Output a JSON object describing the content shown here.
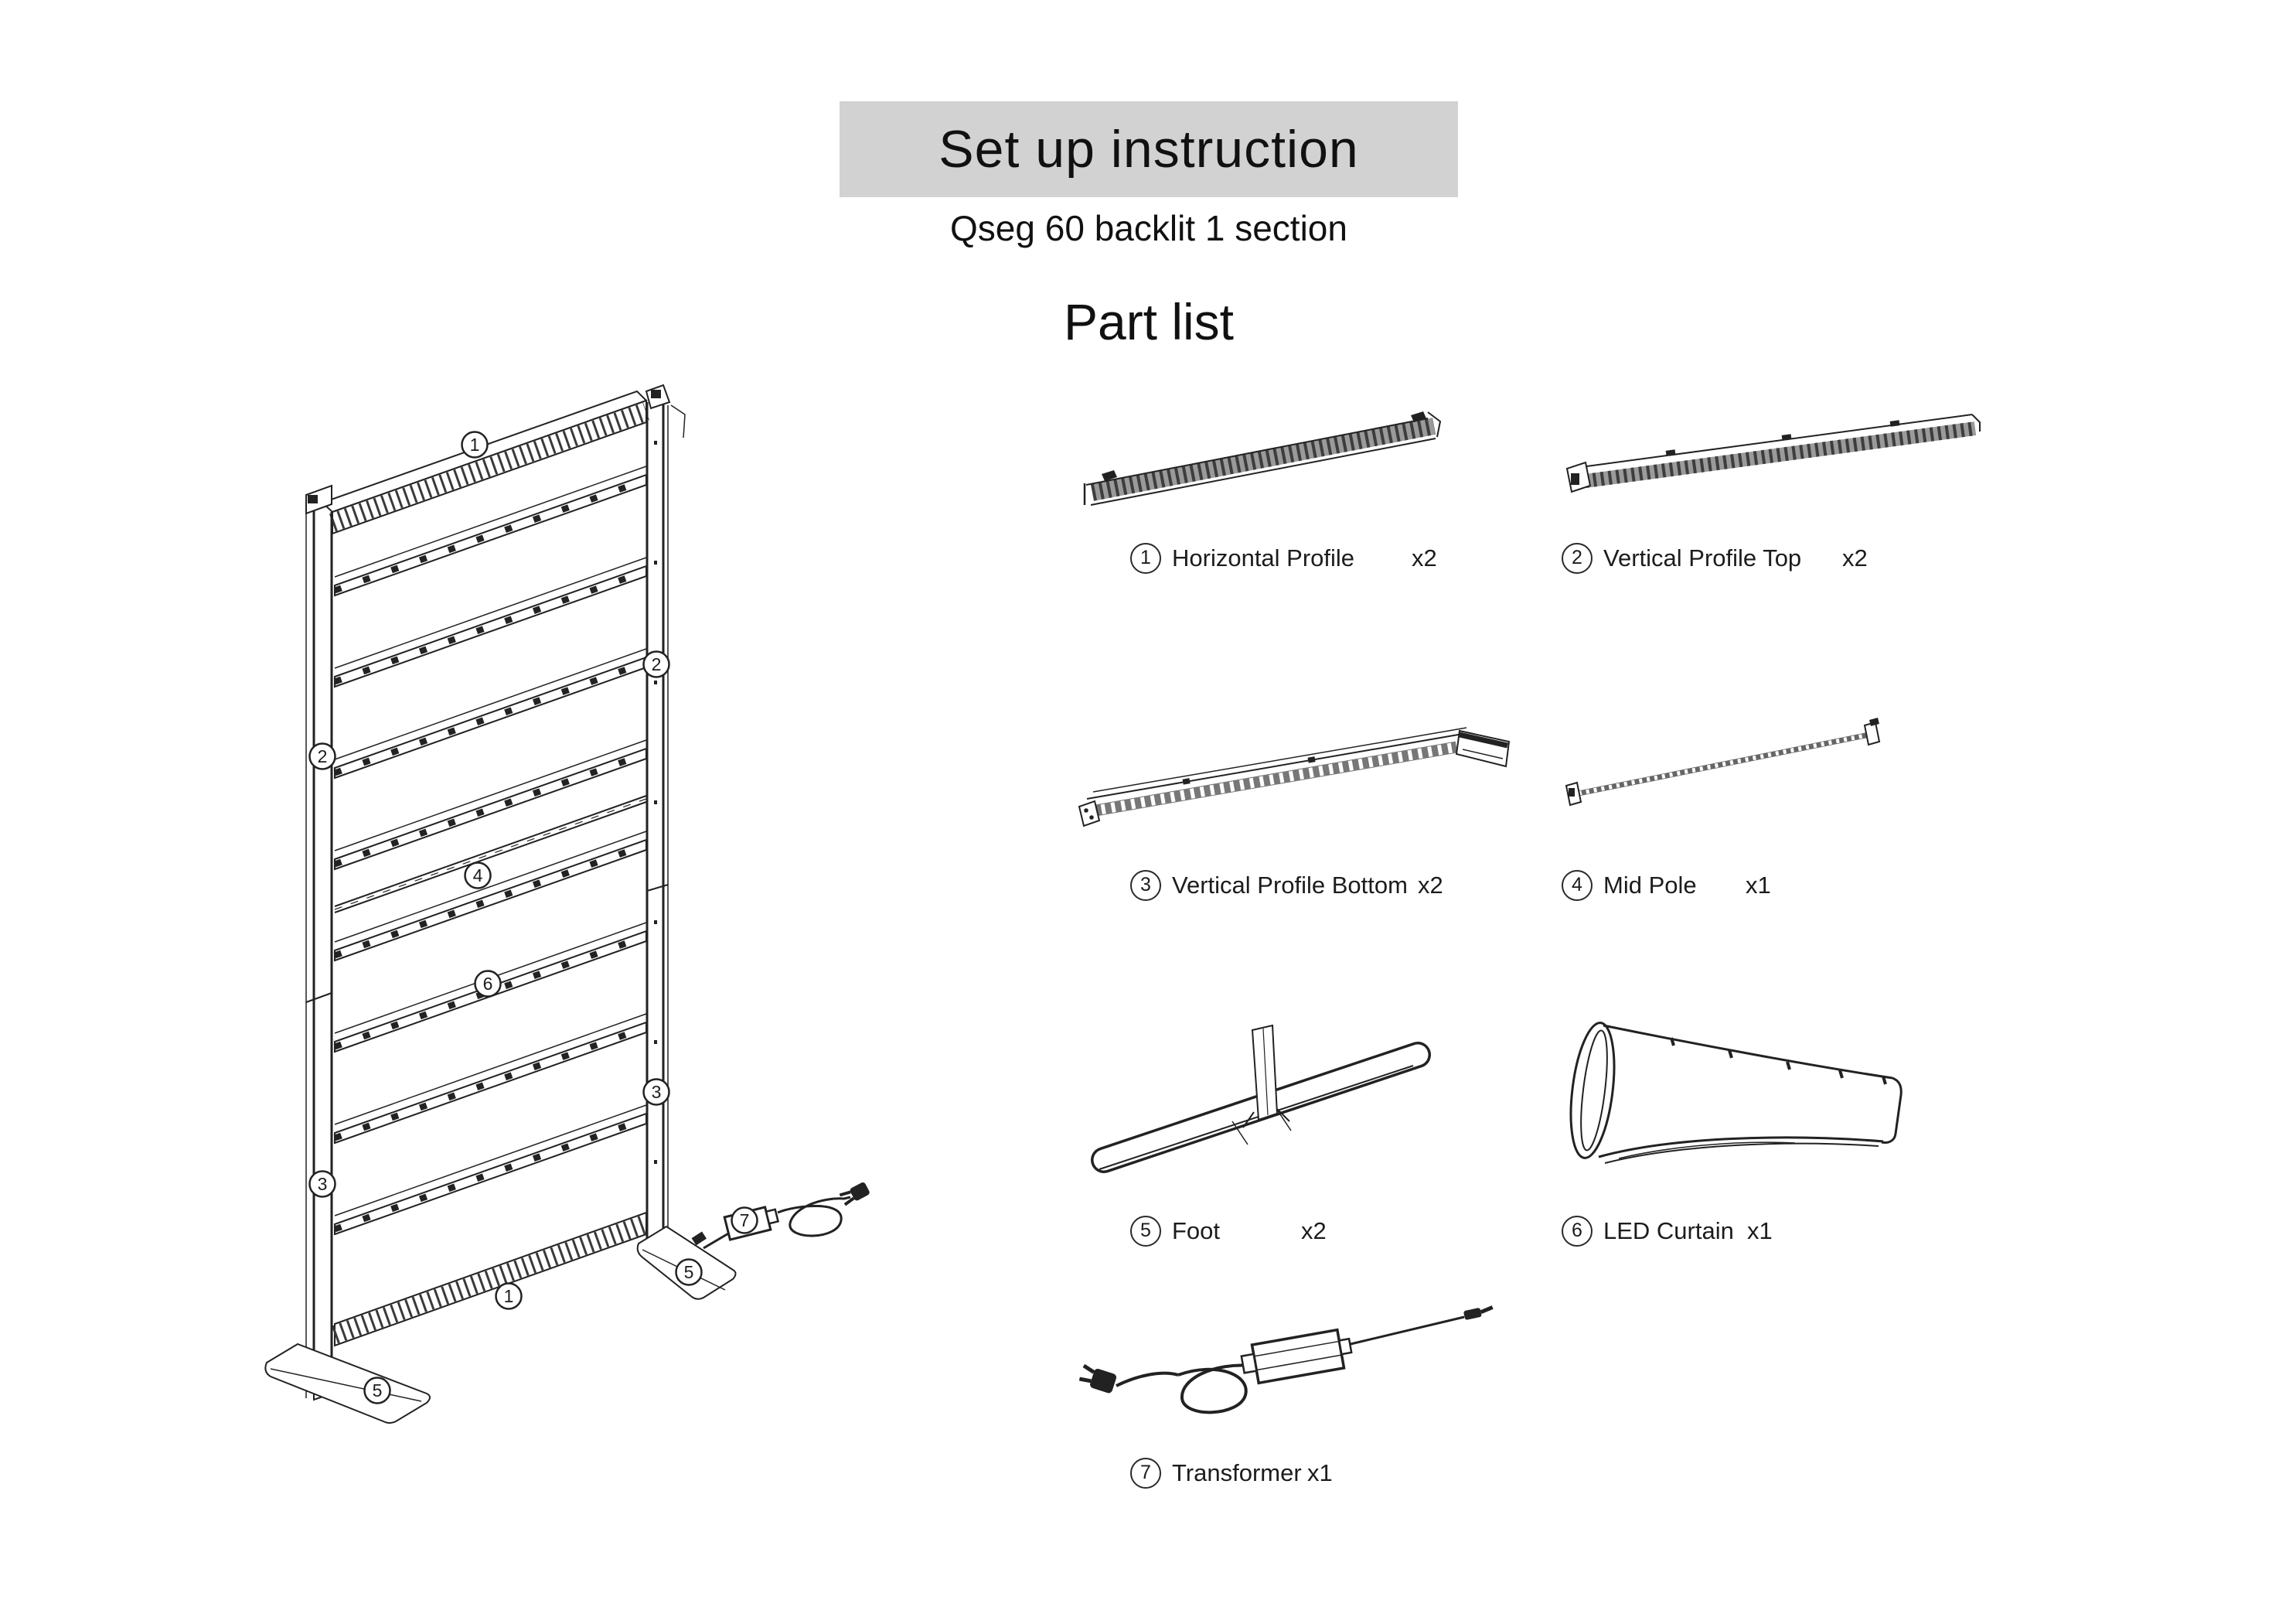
{
  "header": {
    "title": "Set up instruction",
    "subtitle": "Qseg 60 backlit 1 section",
    "section_heading": "Part list"
  },
  "parts": [
    {
      "num": "1",
      "name": "Horizontal Profile",
      "qty": "x2"
    },
    {
      "num": "2",
      "name": "Vertical Profile Top",
      "qty": "x2"
    },
    {
      "num": "3",
      "name": "Vertical Profile Bottom",
      "qty": "x2"
    },
    {
      "num": "4",
      "name": "Mid Pole",
      "qty": "x1"
    },
    {
      "num": "5",
      "name": "Foot",
      "qty": "x2"
    },
    {
      "num": "6",
      "name": "LED Curtain",
      "qty": "x1"
    },
    {
      "num": "7",
      "name": "Transformer",
      "qty": "x1"
    }
  ],
  "diagram": {
    "callouts": [
      {
        "n": "1"
      },
      {
        "n": "2"
      },
      {
        "n": "2"
      },
      {
        "n": "4"
      },
      {
        "n": "6"
      },
      {
        "n": "3"
      },
      {
        "n": "3"
      },
      {
        "n": "7"
      },
      {
        "n": "5"
      },
      {
        "n": "1"
      },
      {
        "n": "5"
      }
    ]
  },
  "colors": {
    "title_bg": "#d2d2d2",
    "ink": "#1e1e1e",
    "bg": "#ffffff"
  }
}
